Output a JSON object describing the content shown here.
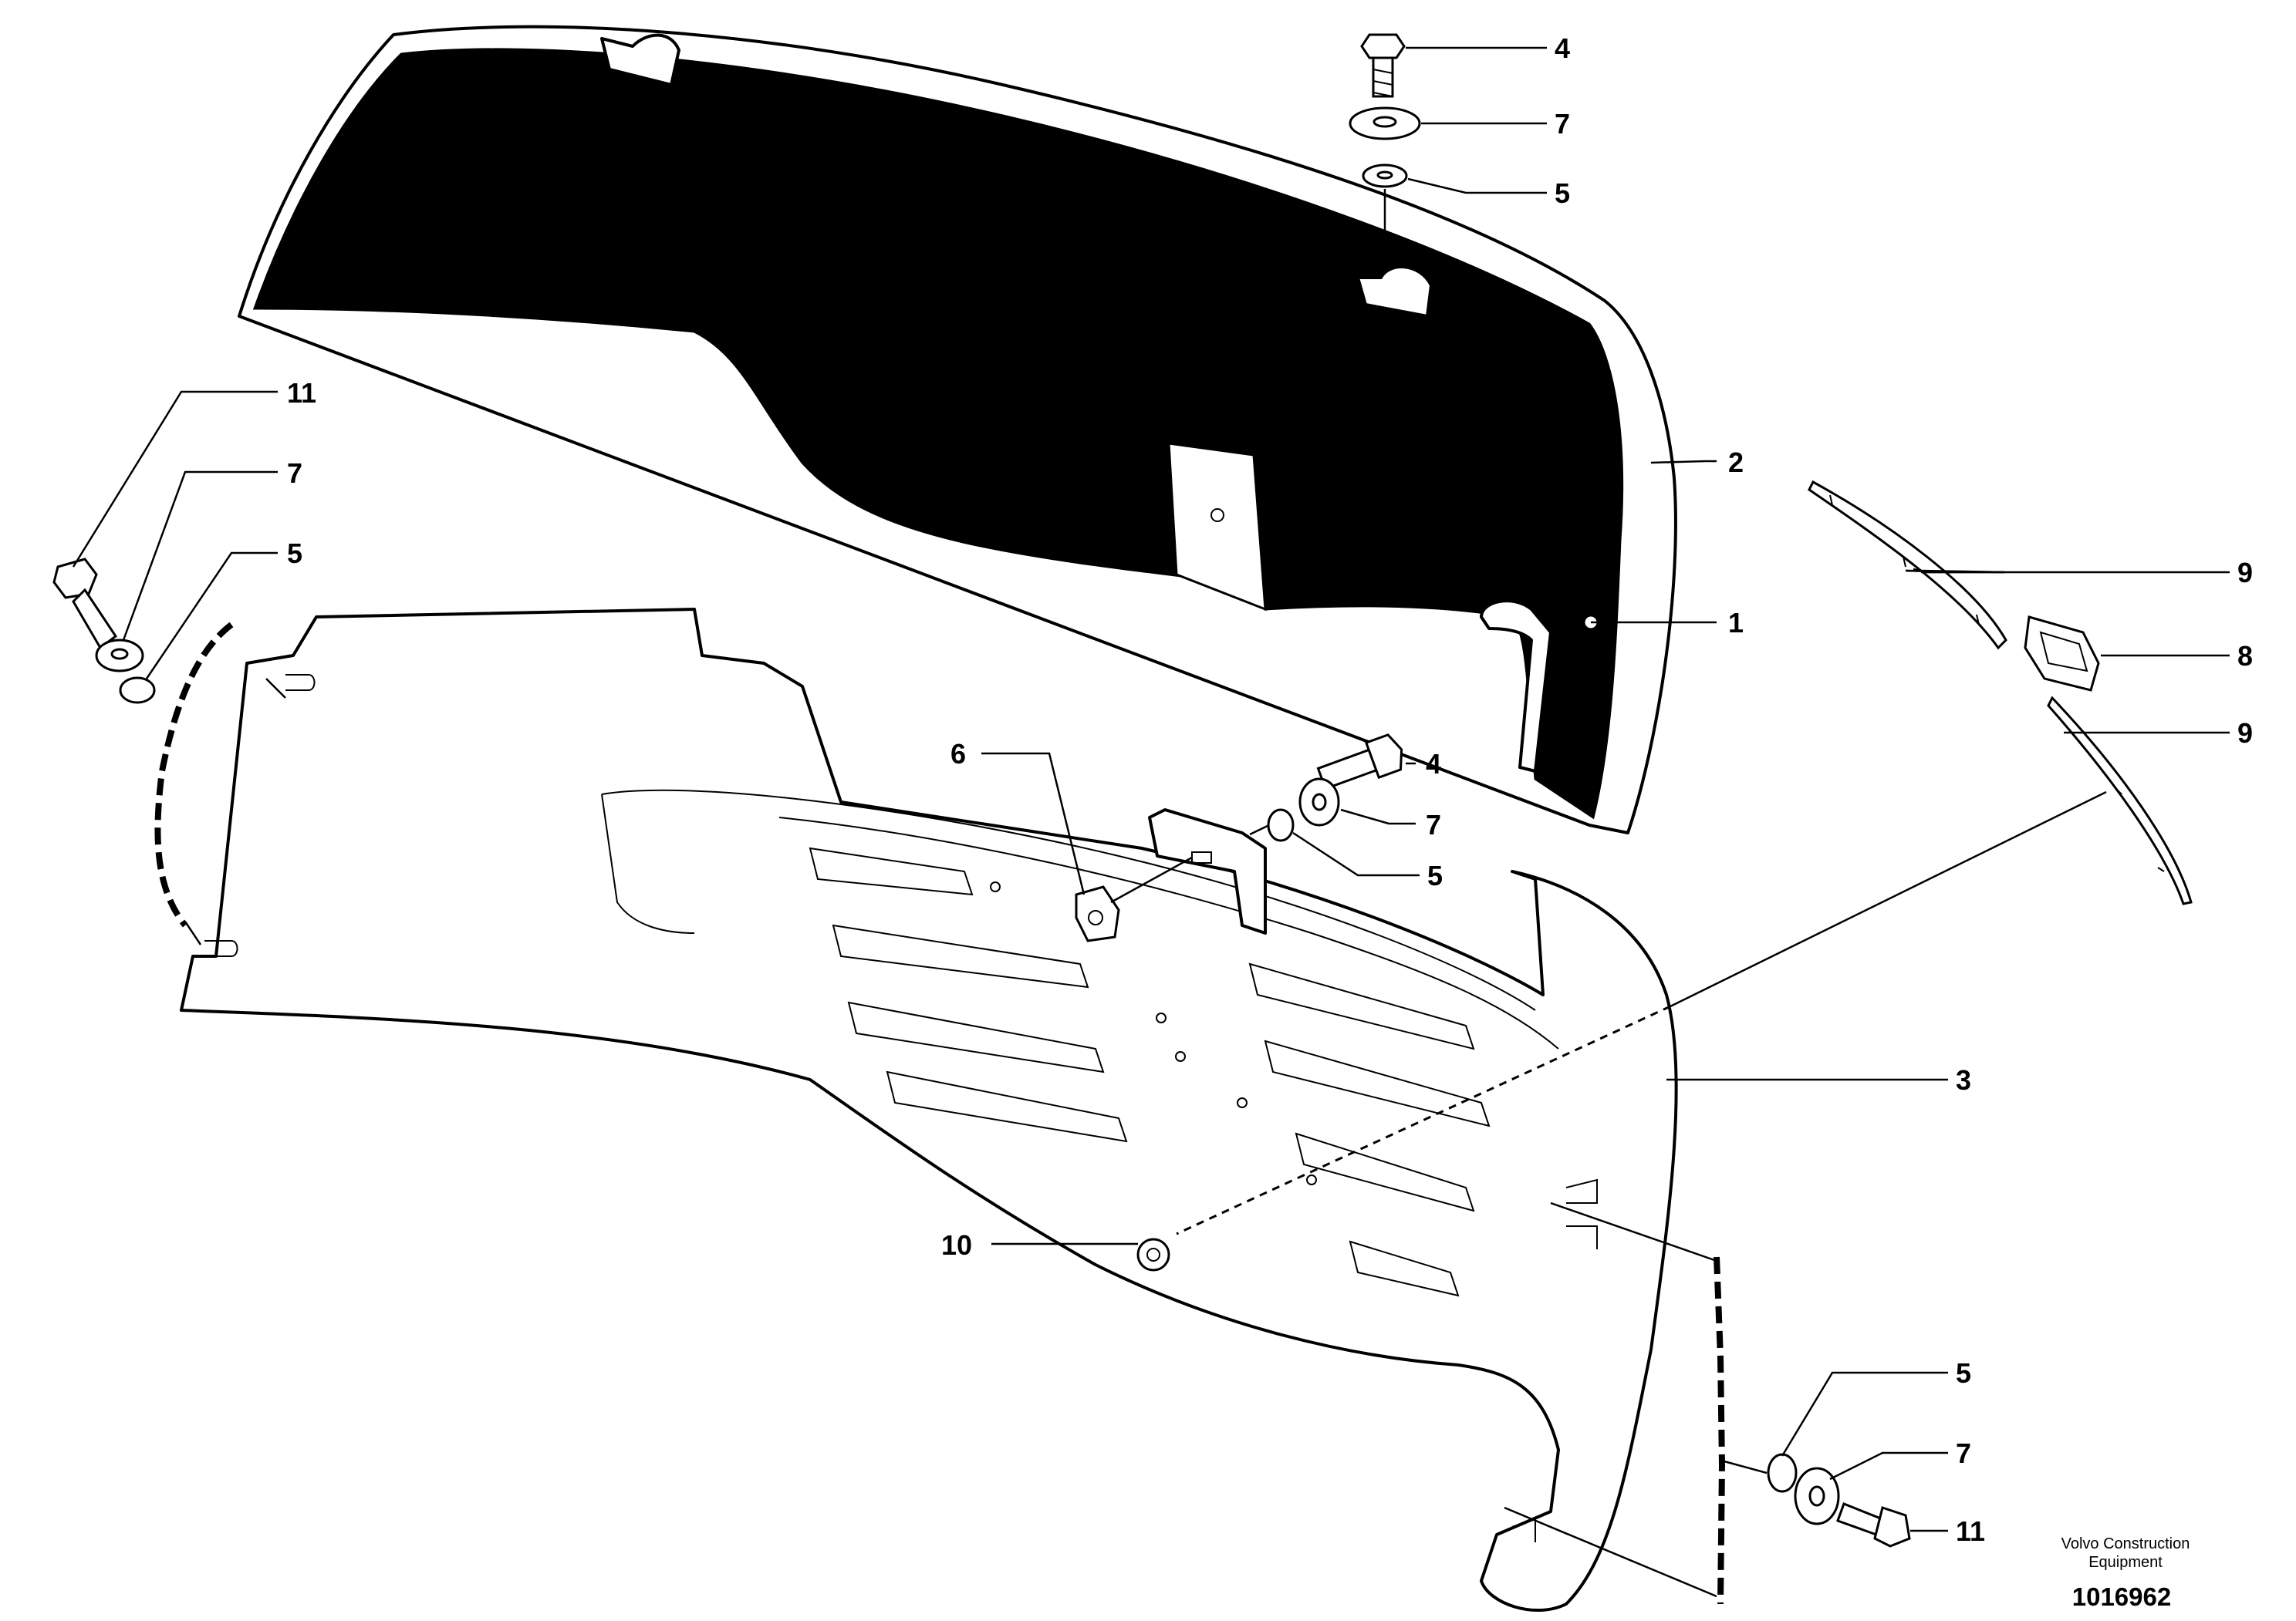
{
  "callouts": {
    "c1": "1",
    "c2": "2",
    "c3": "3",
    "c4a": "4",
    "c4b": "4",
    "c5a": "5",
    "c5b": "5",
    "c5c": "5",
    "c5d": "5",
    "c6": "6",
    "c7a": "7",
    "c7b": "7",
    "c7c": "7",
    "c7d": "7",
    "c8": "8",
    "c9a": "9",
    "c9b": "9",
    "c10": "10",
    "c11a": "11",
    "c11b": "11"
  },
  "footer": {
    "credit_line1": "Volvo Construction",
    "credit_line2": "Equipment",
    "drawing_number": "1016962"
  },
  "colors": {
    "ink": "#000000",
    "paper": "#ffffff"
  }
}
